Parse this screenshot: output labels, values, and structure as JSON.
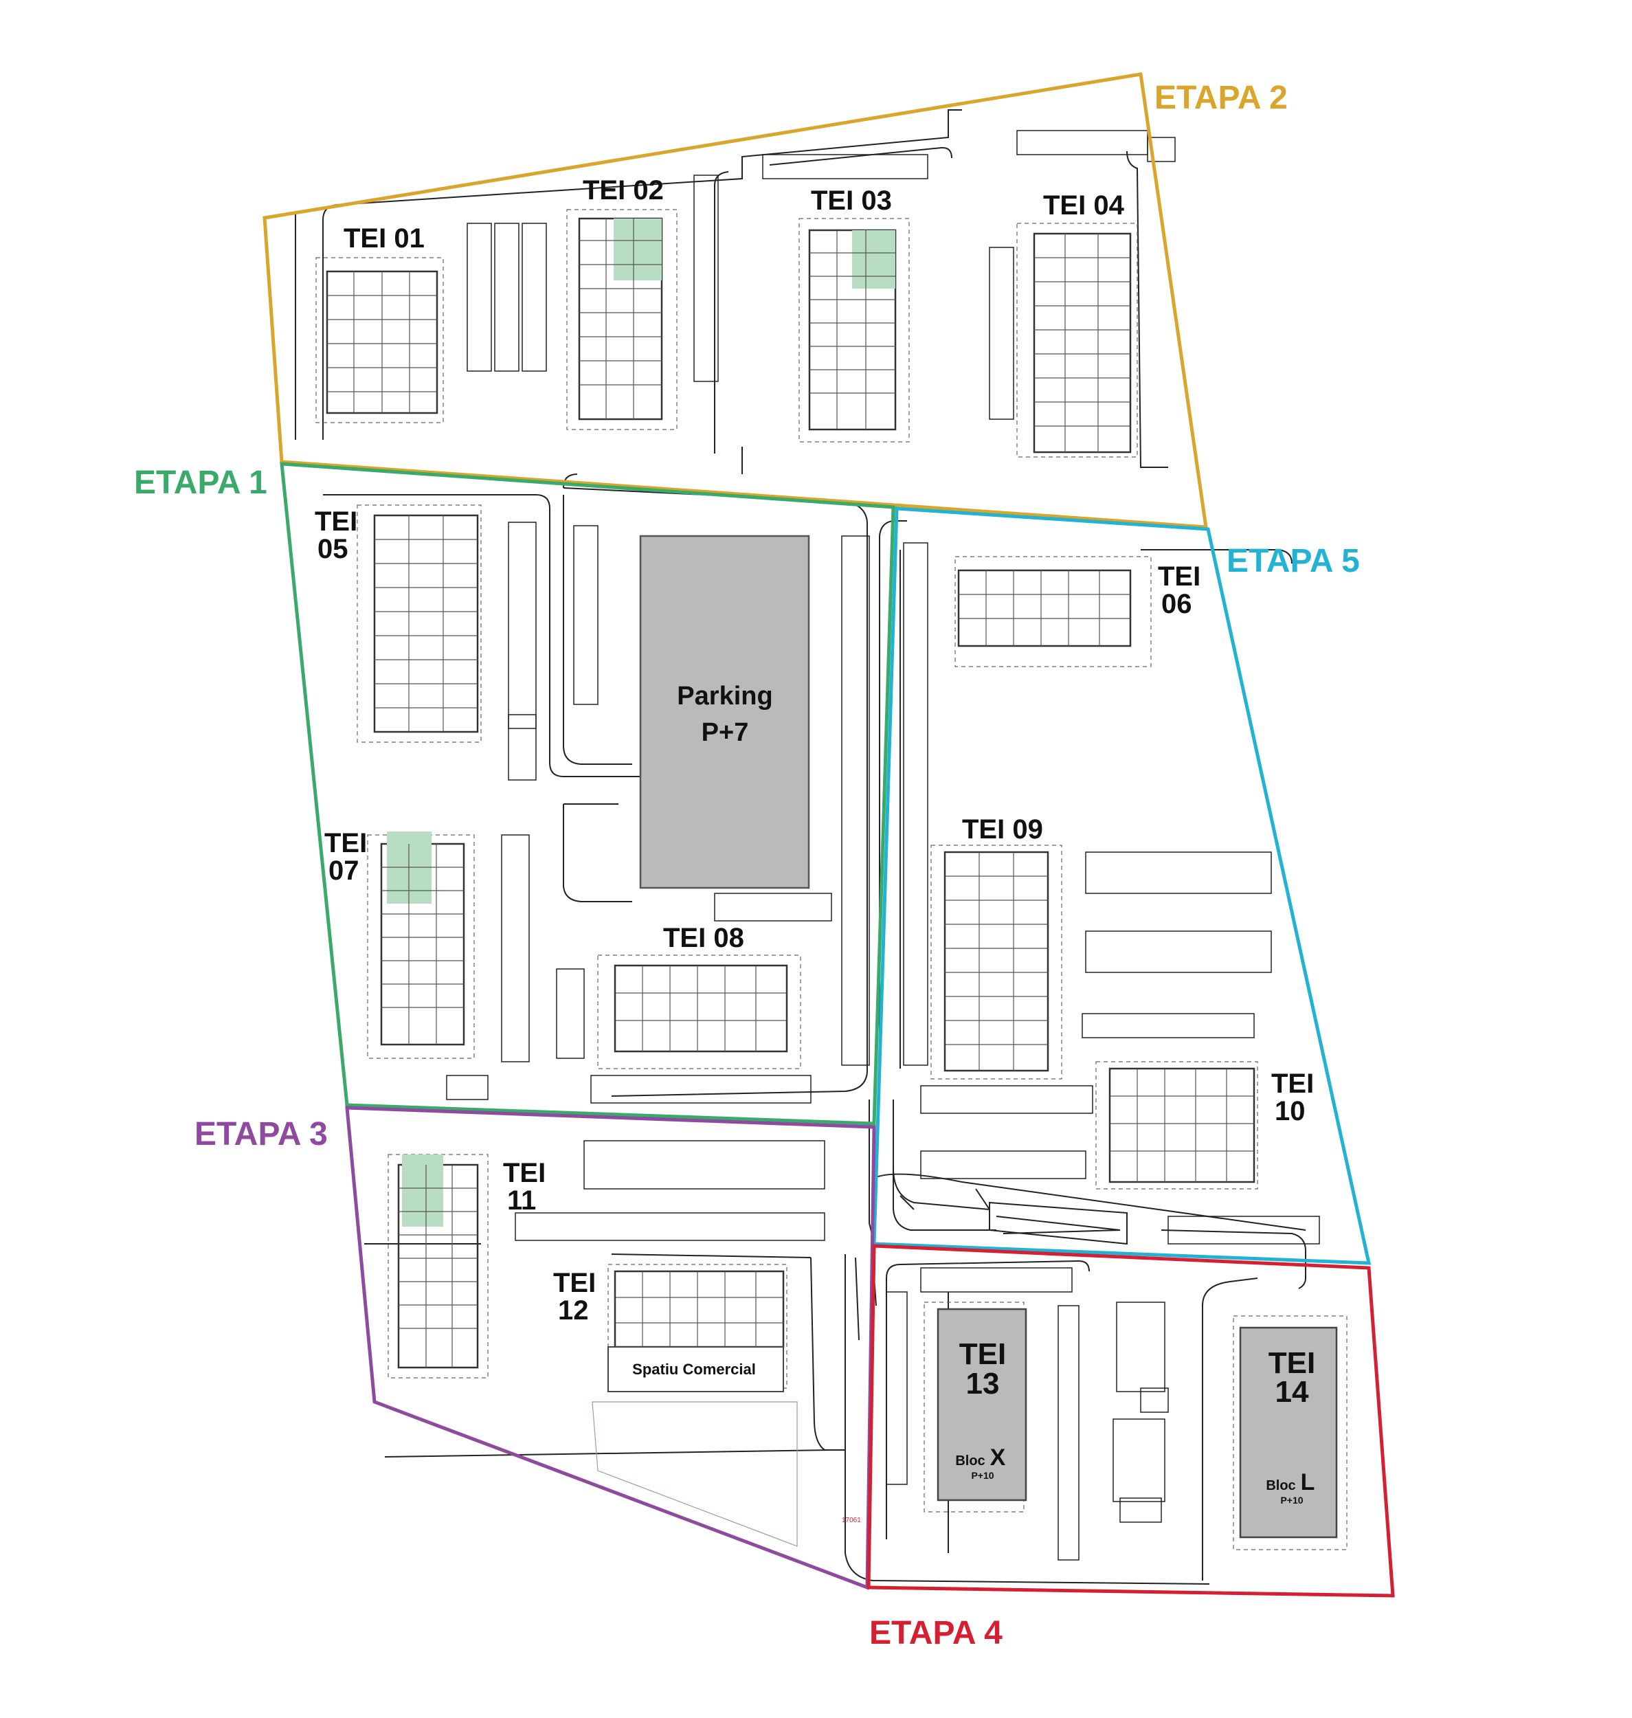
{
  "colors": {
    "etapa1": "#3aaa6b",
    "etapa2": "#d9a52b",
    "etapa3": "#8e4a9e",
    "etapa4": "#d42032",
    "etapa5": "#22b2d3",
    "green_space": "#b9ddc2",
    "gray_block": "#b9babc"
  },
  "phases": {
    "etapa1": "ETAPA 1",
    "etapa2": "ETAPA 2",
    "etapa3": "ETAPA 3",
    "etapa4": "ETAPA 4",
    "etapa5": "ETAPA 5"
  },
  "buildings": {
    "tei01": "TEI 01",
    "tei02": "TEI 02",
    "tei03": "TEI 03",
    "tei04": "TEI 04",
    "tei05": {
      "l1": "TEI",
      "l2": "05"
    },
    "tei06": {
      "l1": "TEI",
      "l2": "06"
    },
    "tei07": {
      "l1": "TEI",
      "l2": "07"
    },
    "tei08": "TEI 08",
    "tei09": "TEI 09",
    "tei10": {
      "l1": "TEI",
      "l2": "10"
    },
    "tei11": {
      "l1": "TEI",
      "l2": "11"
    },
    "tei12": {
      "l1": "TEI",
      "l2": "12"
    },
    "tei13": {
      "l1": "TEI",
      "l2": "13",
      "bloc": "Bloc",
      "letter": "X",
      "floors": "P+10"
    },
    "tei14": {
      "l1": "TEI",
      "l2": "14",
      "bloc": "Bloc",
      "letter": "L",
      "floors": "P+10"
    }
  },
  "parking": {
    "l1": "Parking",
    "l2": "P+7"
  },
  "commercial": "Spatiu Comercial",
  "survey_mark": "17061"
}
